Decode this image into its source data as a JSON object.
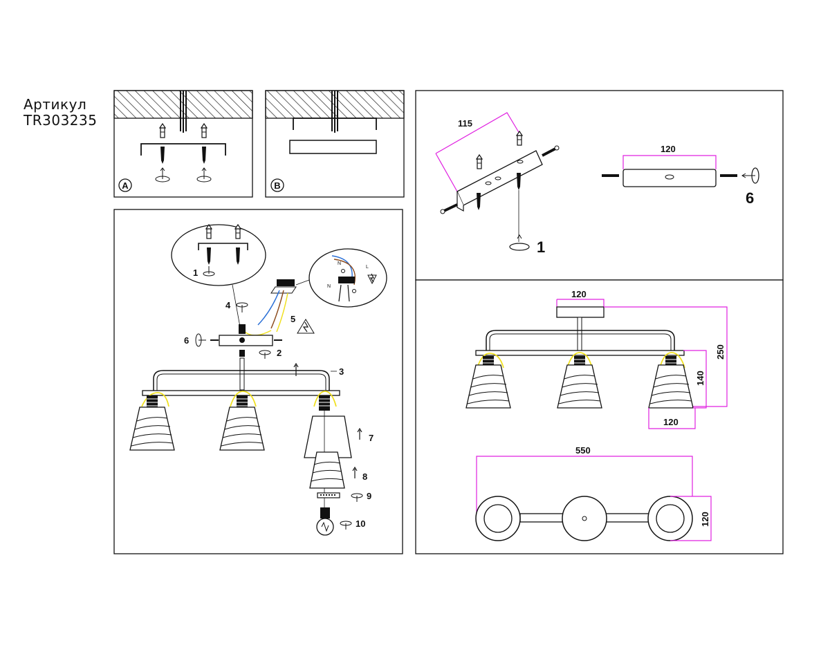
{
  "article": {
    "label": "Артикул",
    "code": "TR303235"
  },
  "panels": {
    "a": {
      "label": "A"
    },
    "b": {
      "label": "B"
    }
  },
  "assembly_steps": {
    "s1": "1",
    "s2": "2",
    "s3": "3",
    "s4": "4",
    "s5": "5",
    "s6": "6",
    "s7": "7",
    "s8": "8",
    "s9": "9",
    "s10": "10"
  },
  "wiring": {
    "n": "N",
    "l": "L"
  },
  "mounting": {
    "dim_diag": "115",
    "dim_plate": "120",
    "step_screw": "1",
    "step_side": "6"
  },
  "dimensions": {
    "canopy_width": "120",
    "total_height": "250",
    "shade_height": "140",
    "shade_width": "120",
    "total_length": "550",
    "depth": "120"
  },
  "colors": {
    "line": "#111111",
    "dimension": "#e020e0",
    "highlight": "#f0e020",
    "wire_blue": "#2a6fd6",
    "wire_brown": "#8b4a1c"
  }
}
